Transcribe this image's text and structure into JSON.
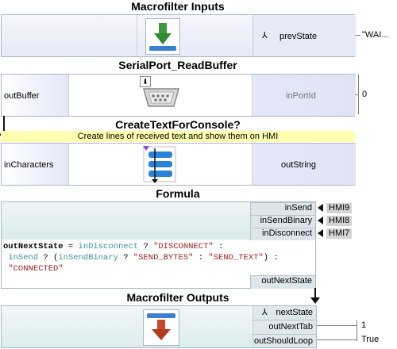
{
  "inputs": {
    "title": "Macrofilter Inputs",
    "port": "prevState",
    "value": "\"WAI..."
  },
  "readbuffer": {
    "title": "SerialPort_ReadBuffer",
    "input": "outBuffer",
    "output": "inPortId",
    "value": "0"
  },
  "createtext": {
    "title": "CreateTextForConsole?",
    "comment": "Create lines of received text and show them on HMI",
    "input": "inCharacters",
    "output": "outString"
  },
  "formula": {
    "title": "Formula",
    "ports": [
      {
        "name": "inSend",
        "hmi": "HMI9"
      },
      {
        "name": "inSendBinary",
        "hmi": "HMI8"
      },
      {
        "name": "inDisconnect",
        "hmi": "HMI7"
      }
    ],
    "code": {
      "line1_target": "outNextState",
      "line1_eq": " = ",
      "line1_id": "inDisconnect",
      "line1_q": " ? ",
      "line1_str": "\"DISCONNECT\"",
      "line1_colon": " :",
      "line2_id1": "inSend",
      "line2_q1": " ? (",
      "line2_id2": "inSendBinary",
      "line2_q2": " ? ",
      "line2_str1": "\"SEND_BYTES\"",
      "line2_c": " : ",
      "line2_str2": "\"SEND_TEXT\"",
      "line2_end": ") :",
      "line3_str": "\"CONNECTED\""
    },
    "output": "outNextState"
  },
  "outputs": {
    "title": "Macrofilter Outputs",
    "ports": [
      {
        "name": "nextState",
        "value": ""
      },
      {
        "name": "outNextTab",
        "value": "1"
      },
      {
        "name": "outShouldLoop",
        "value": "True"
      }
    ]
  }
}
